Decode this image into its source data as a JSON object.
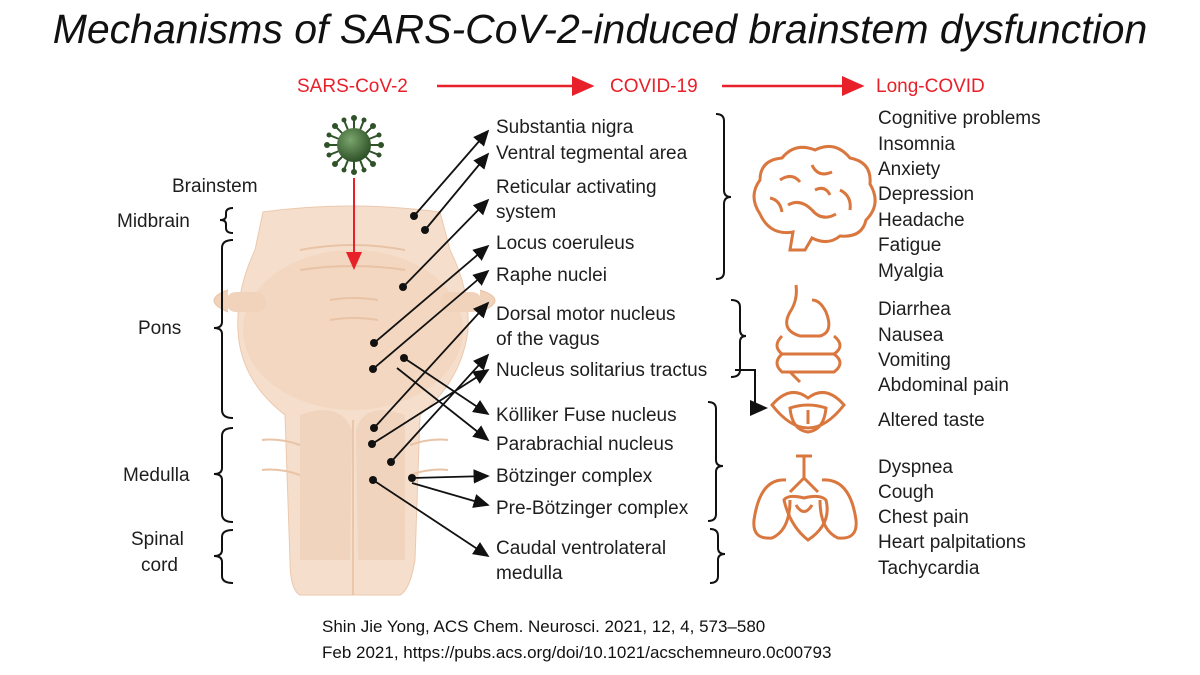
{
  "title": "Mechanisms of SARS-CoV-2-induced brainstem dysfunction",
  "flow": [
    "SARS-CoV-2",
    "COVID-19",
    "Long-COVID"
  ],
  "brainstem": {
    "heading": "Brainstem",
    "regions": [
      "Midbrain",
      "Pons",
      "Medulla",
      "Spinal",
      "cord"
    ]
  },
  "nuclei": [
    "Substantia nigra",
    "Ventral tegmental area",
    "Reticular activating",
    "system",
    "Locus coeruleus",
    "Raphe nuclei",
    "Dorsal motor nucleus",
    "of the vagus",
    "Nucleus solitarius tractus",
    "Kölliker Fuse nucleus",
    "Parabrachial nucleus",
    "Bötzinger complex",
    "Pre-Bötzinger complex",
    "Caudal ventrolateral",
    "medulla"
  ],
  "symptoms": {
    "neuro": [
      "Cognitive problems",
      "Insomnia",
      "Anxiety",
      "Depression",
      "Headache",
      "Fatigue",
      "Myalgia"
    ],
    "gi": [
      "Diarrhea",
      "Nausea",
      "Vomiting",
      "Abdominal pain"
    ],
    "taste": [
      "Altered taste"
    ],
    "cardio": [
      "Dyspnea",
      "Cough",
      "Chest pain",
      "Heart palpitations",
      "Tachycardia"
    ]
  },
  "citation": {
    "line1": "Shin Jie Yong, ACS Chem. Neurosci. 2021, 12, 4, 573–580",
    "line2": "Feb 2021, https://pubs.acs.org/doi/10.1021/acschemneuro.0c00793"
  },
  "colors": {
    "accent_red": "#e8202a",
    "organ_orange": "#d9773f",
    "tissue": "#f3d9c4",
    "virus_green": "#3f6b3a"
  }
}
